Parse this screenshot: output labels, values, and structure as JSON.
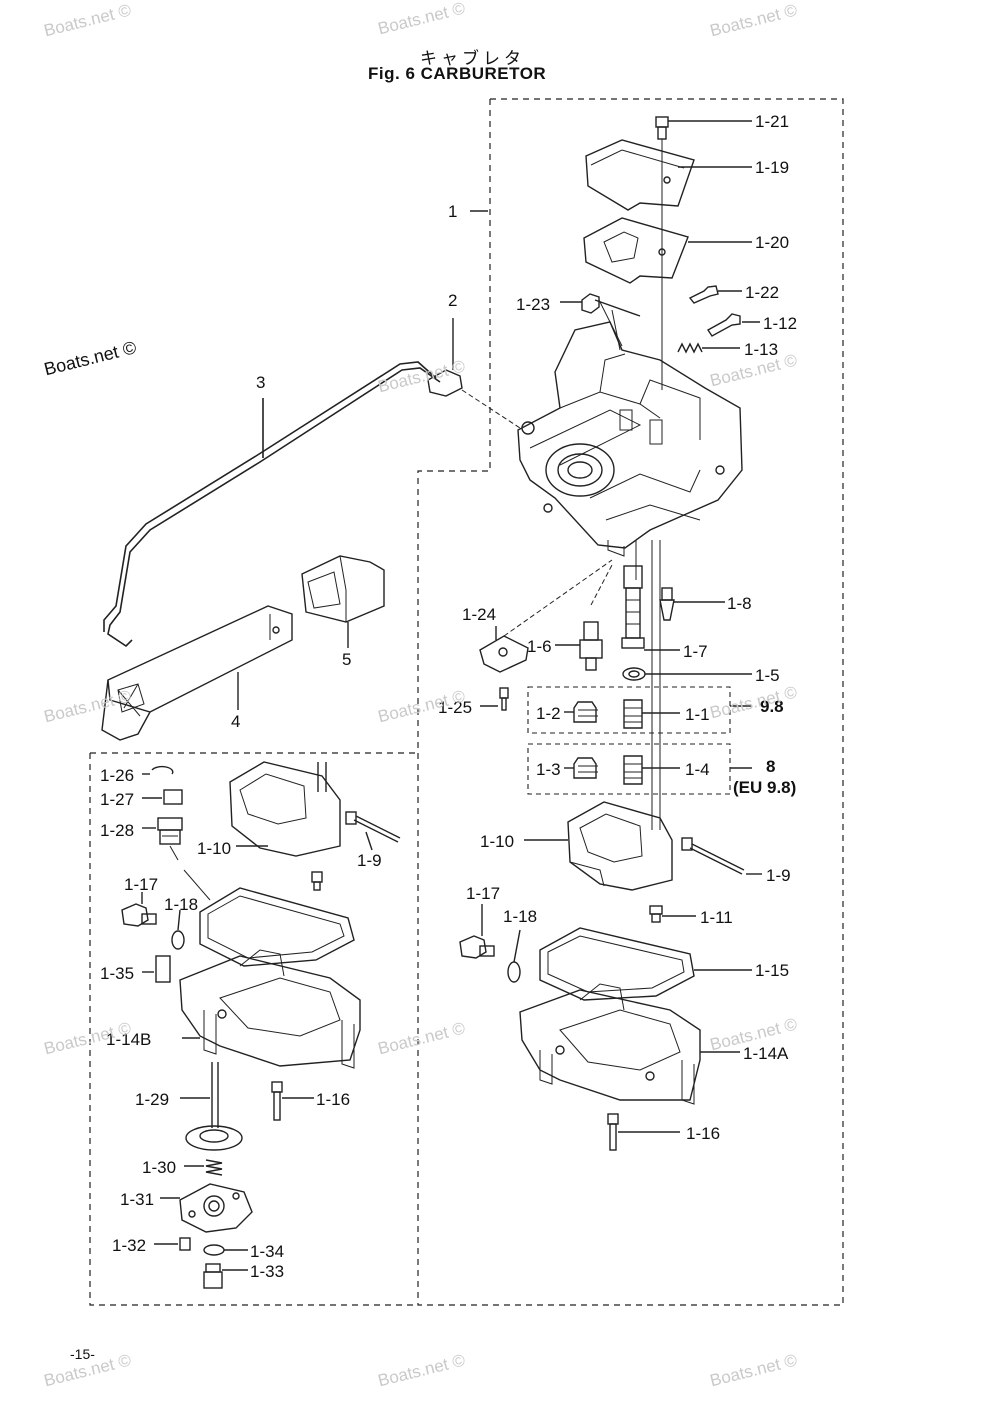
{
  "title": {
    "japanese": "キャブレタ",
    "english": "Fig. 6  CARBURETOR"
  },
  "watermark": {
    "text": "Boats.net ©",
    "prominent_text": "Boats.net ©"
  },
  "page_number": "-15-",
  "callouts": {
    "c1": "1",
    "c2": "2",
    "c3": "3",
    "c4": "4",
    "c5": "5",
    "c1_21": "1-21",
    "c1_19": "1-19",
    "c1_20": "1-20",
    "c1_22": "1-22",
    "c1_23": "1-23",
    "c1_12": "1-12",
    "c1_13": "1-13",
    "c1_8": "1-8",
    "c1_24": "1-24",
    "c1_6": "1-6",
    "c1_7": "1-7",
    "c1_5": "1-5",
    "c1_25": "1-25",
    "c1_2": "1-2",
    "c1_1": "1-1",
    "c9_8": "9.8",
    "c1_3": "1-3",
    "c1_4": "1-4",
    "c8": "8",
    "ceu9_8": "(EU 9.8)",
    "c1_10r": "1-10",
    "c1_9r": "1-9",
    "c1_17r": "1-17",
    "c1_18r": "1-18",
    "c1_11": "1-11",
    "c1_15": "1-15",
    "c1_14a": "1-14A",
    "c1_16r": "1-16",
    "c1_26": "1-26",
    "c1_27": "1-27",
    "c1_28": "1-28",
    "c1_10l": "1-10",
    "c1_9l": "1-9",
    "c1_17l": "1-17",
    "c1_18l": "1-18",
    "c1_35": "1-35",
    "c1_14b": "1-14B",
    "c1_29": "1-29",
    "c1_16l": "1-16",
    "c1_30": "1-30",
    "c1_31": "1-31",
    "c1_32": "1-32",
    "c1_34": "1-34",
    "c1_33": "1-33"
  }
}
